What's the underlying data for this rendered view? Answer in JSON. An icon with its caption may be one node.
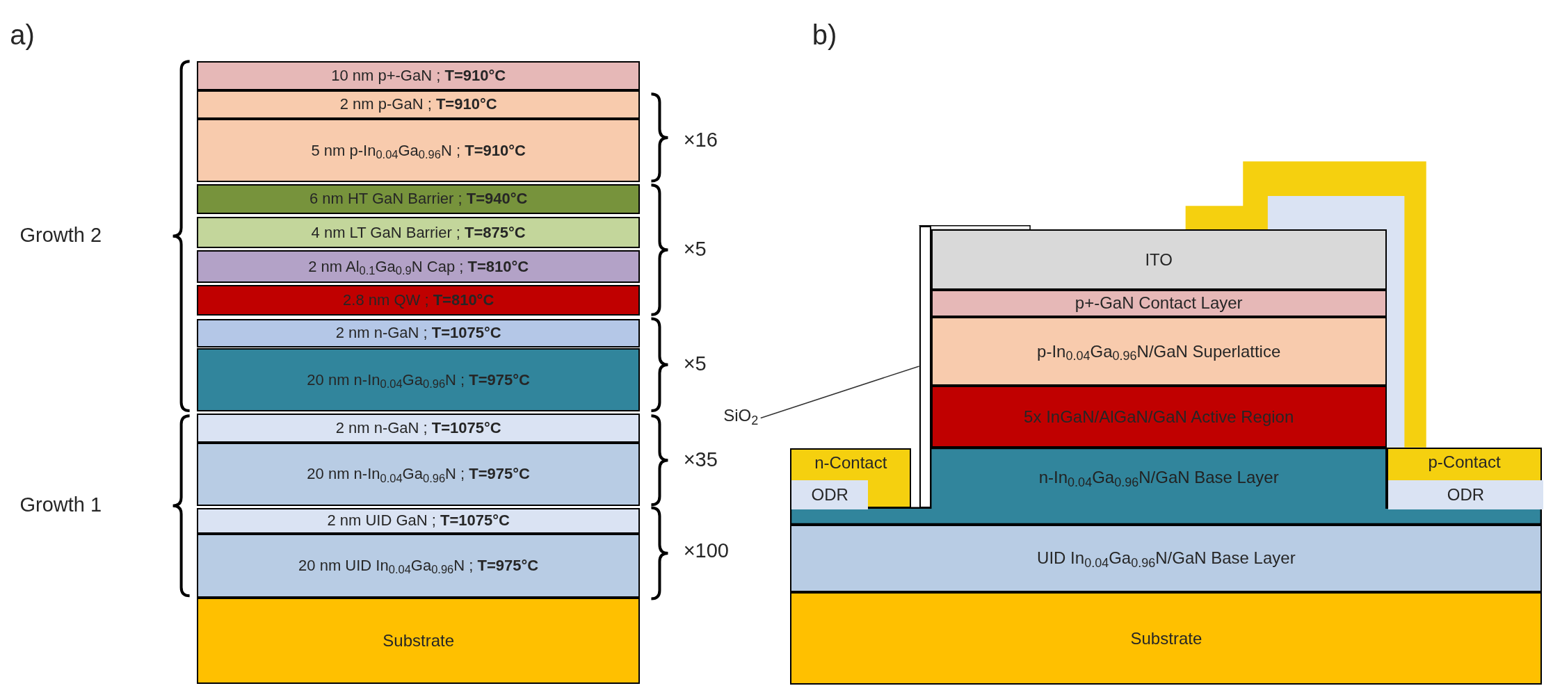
{
  "diagram": {
    "nodes": [
      {
        "text": [
          "10 nm p+-GaN ; **T=910°C**"
        ]
      },
      {
        "text": [
          "2 nm p-GaN ; **T=910°C**"
        ]
      },
      {
        "text": [
          "5 nm p-In$_{0.04}$Ga$_{0.96}$N ; **T=910°C**"
        ]
      },
      {
        "text": [
          "6 nm HT GaN Barrier ; **T=940°C**"
        ]
      },
      {
        "text": [
          "4 nm LT GaN Barrier ; **T=875°C**"
        ]
      },
      {
        "text": [
          "2 nm Al$_{0.1}$Ga$_{0.9}$N Cap ; **T=810°C**"
        ]
      },
      {
        "text": [
          "2.8 nm QW ; **T=810°C**"
        ]
      },
      {
        "text": [
          "2 nm n-GaN ; **T=1075°C**"
        ]
      },
      {
        "text": [
          "20 nm n-In$_{0.04}$Ga$_{0.96}$N ; **T=975°C**"
        ]
      },
      {
        "text": [
          "2 nm n-GaN ; **T=1075°C**"
        ]
      },
      {
        "text": [
          "20 nm n-In$_{0.04}$Ga$_{0.96}$N ; **T=975°C**"
        ]
      },
      {
        "text": [
          "2 nm UID GaN ; **T=1075°C**"
        ]
      },
      {
        "text": [
          "20 nm UID In$_{0.04}$Ga$_{0.96}$N ; **T=975°C**"
        ]
      },
      {
        "text": [
          "Substrate"
        ]
      },
      {
        "text": [
          "Substrate"
        ]
      },
      {
        "text": [
          "UID In$_{0.04}$Ga$_{0.96}$N/GaN Base Layer"
        ]
      },
      {
        "text": [
          "n-In$_{0.04}$Ga$_{0.96}$N/GaN Base Layer"
        ]
      },
      {
        "text": [
          "5x InGaN/AlGaN/GaN Active Region"
        ]
      },
      {
        "text": [
          "p-In$_{0.04}$Ga$_{0.96}$N/GaN Superlattice"
        ]
      },
      {
        "text": [
          "p+-GaN Contact Layer"
        ]
      },
      {
        "text": [
          "ITO"
        ]
      },
      {
        "text": [
          "n-Contact"
        ]
      },
      {
        "text": [
          "ODR"
        ],
        "in": 21
      },
      {
        "text": [
          "p-Contact"
        ]
      },
      {
        "text": [
          "ODR"
        ],
        "in": 23
      },
      {
        "text": [
          "SiO$_{2}$"
        ]
      },
      {
        "text": [],
        "shape": "bar"
      }
    ],
    "edges": [
      {
        "from": 25,
        "to": 26,
        "arrow": "none"
      }
    ],
    "labels": [
      "a)",
      "b)",
      "Growth 2",
      "Growth 1",
      "×16",
      "×5",
      "×5",
      "×35",
      "×100"
    ]
  }
}
